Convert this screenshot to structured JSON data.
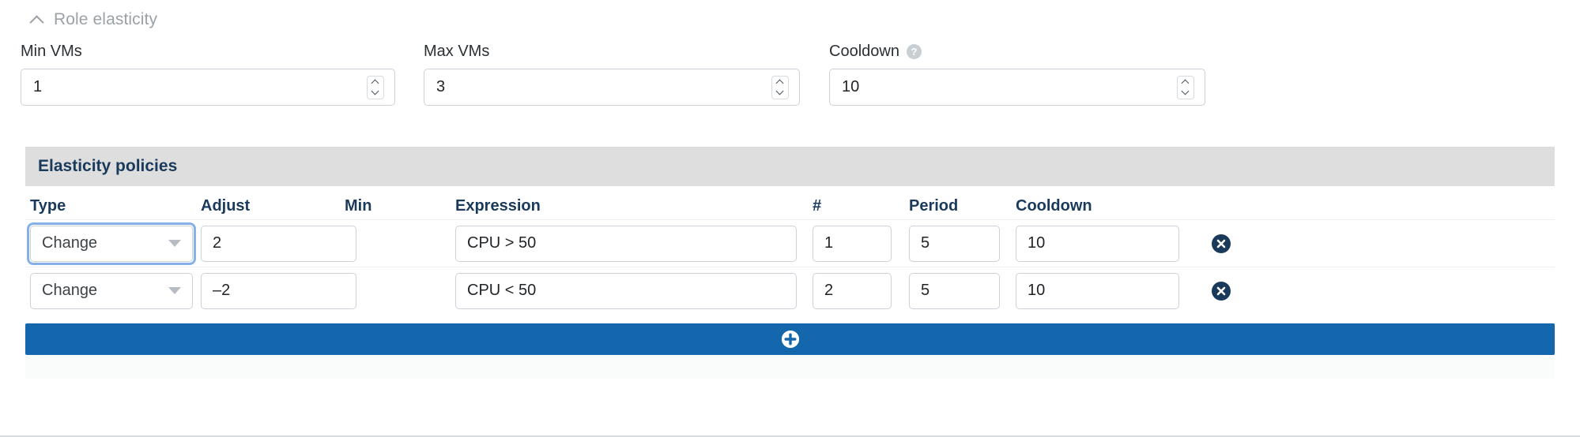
{
  "section": {
    "title": "Role elasticity",
    "collapse_icon": "chevron-up-icon"
  },
  "fields": [
    {
      "label": "Min VMs",
      "value": "1",
      "has_help": false,
      "spinner_icon": "spinner-updown-icon"
    },
    {
      "label": "Max VMs",
      "value": "3",
      "has_help": false,
      "spinner_icon": "spinner-updown-icon"
    },
    {
      "label": "Cooldown",
      "value": "10",
      "has_help": true,
      "help_icon": "question-mark-icon",
      "spinner_icon": "spinner-updown-icon"
    }
  ],
  "policies_panel": {
    "title": "Elasticity policies",
    "columns": [
      "Type",
      "Adjust",
      "Min",
      "Expression",
      "#",
      "Period",
      "Cooldown"
    ],
    "rows": [
      {
        "type": "Change",
        "adjust": "2",
        "min": "",
        "expression": "CPU > 50",
        "number": "1",
        "period": "5",
        "cooldown": "10",
        "focused": true,
        "delete_icon": "close-circle-icon"
      },
      {
        "type": "Change",
        "adjust": "–2",
        "min": "",
        "expression": "CPU < 50",
        "number": "2",
        "period": "5",
        "cooldown": "10",
        "focused": false,
        "delete_icon": "close-circle-icon"
      }
    ],
    "add_button": {
      "icon": "plus-circle-icon",
      "label": ""
    }
  },
  "colors": {
    "accent_blue": "#1467ac",
    "navy": "#1a3a5c",
    "panel_header_gray": "#dedede",
    "focus_ring": "#87b0e8",
    "muted_text": "#9aa2a8"
  }
}
